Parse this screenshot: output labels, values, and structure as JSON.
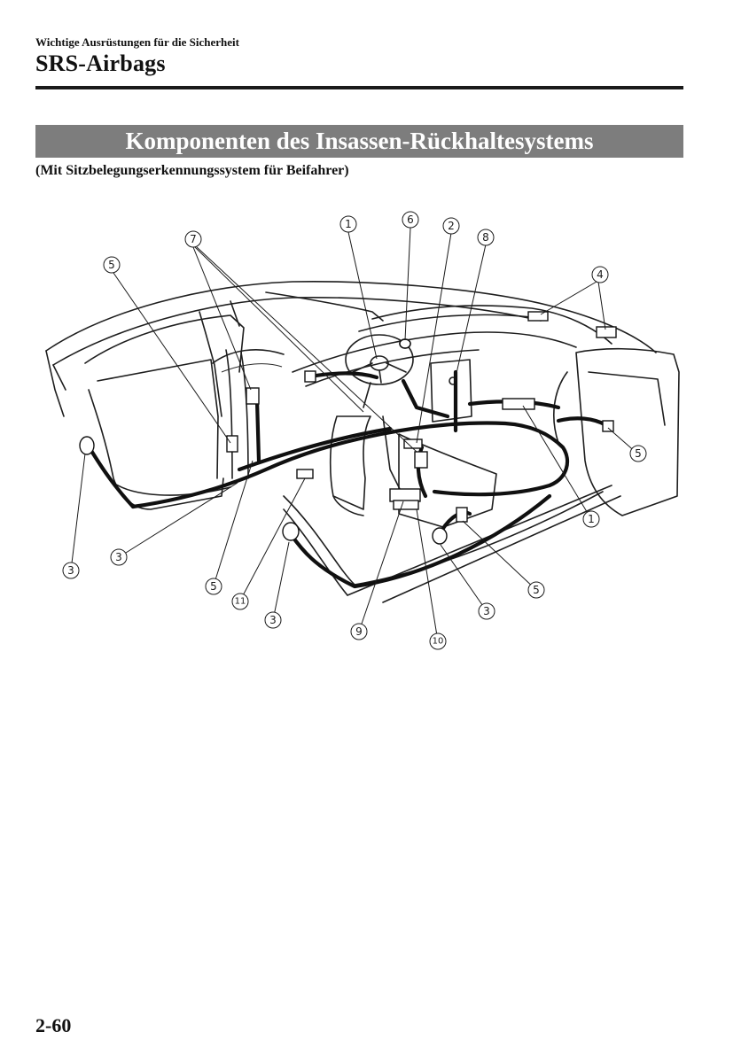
{
  "header": {
    "breadcrumb": "Wichtige Ausrüstungen für die Sicherheit",
    "title": "SRS-Airbags"
  },
  "section": {
    "banner": "Komponenten des Insassen-Rückhaltesystems",
    "subtitle": "(Mit Sitzbelegungserkennungssystem für Beifahrer)"
  },
  "diagram": {
    "callouts": [
      "1",
      "6",
      "2",
      "8",
      "7",
      "5",
      "4",
      "5",
      "1",
      "3",
      "3",
      "5",
      "11",
      "3",
      "3",
      "5",
      "9",
      "10"
    ]
  },
  "footer": {
    "page_number": "2-60"
  }
}
